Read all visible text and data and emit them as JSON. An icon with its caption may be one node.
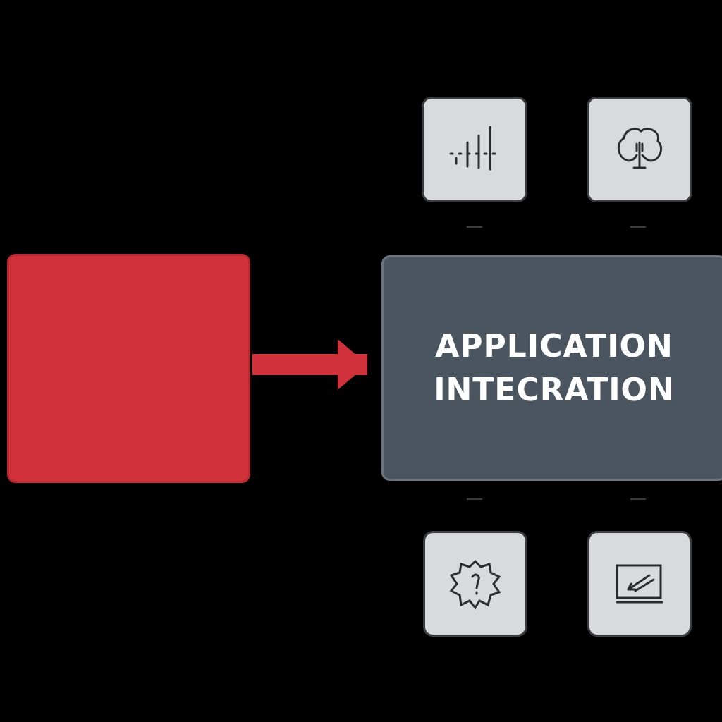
{
  "diagram": {
    "nodes": [
      {
        "text": [],
        "shape": "box"
      },
      {
        "text": [
          "APPLICATION INTECRATION"
        ]
      },
      {
        "text": [],
        "shape": "box"
      },
      {
        "text": [],
        "shape": "box"
      },
      {
        "text": [],
        "shape": "box"
      },
      {
        "text": [],
        "shape": "box"
      }
    ],
    "edges": [
      {
        "from": 0,
        "to": 1,
        "arrow": "to",
        "color": "#d0313a"
      }
    ]
  }
}
